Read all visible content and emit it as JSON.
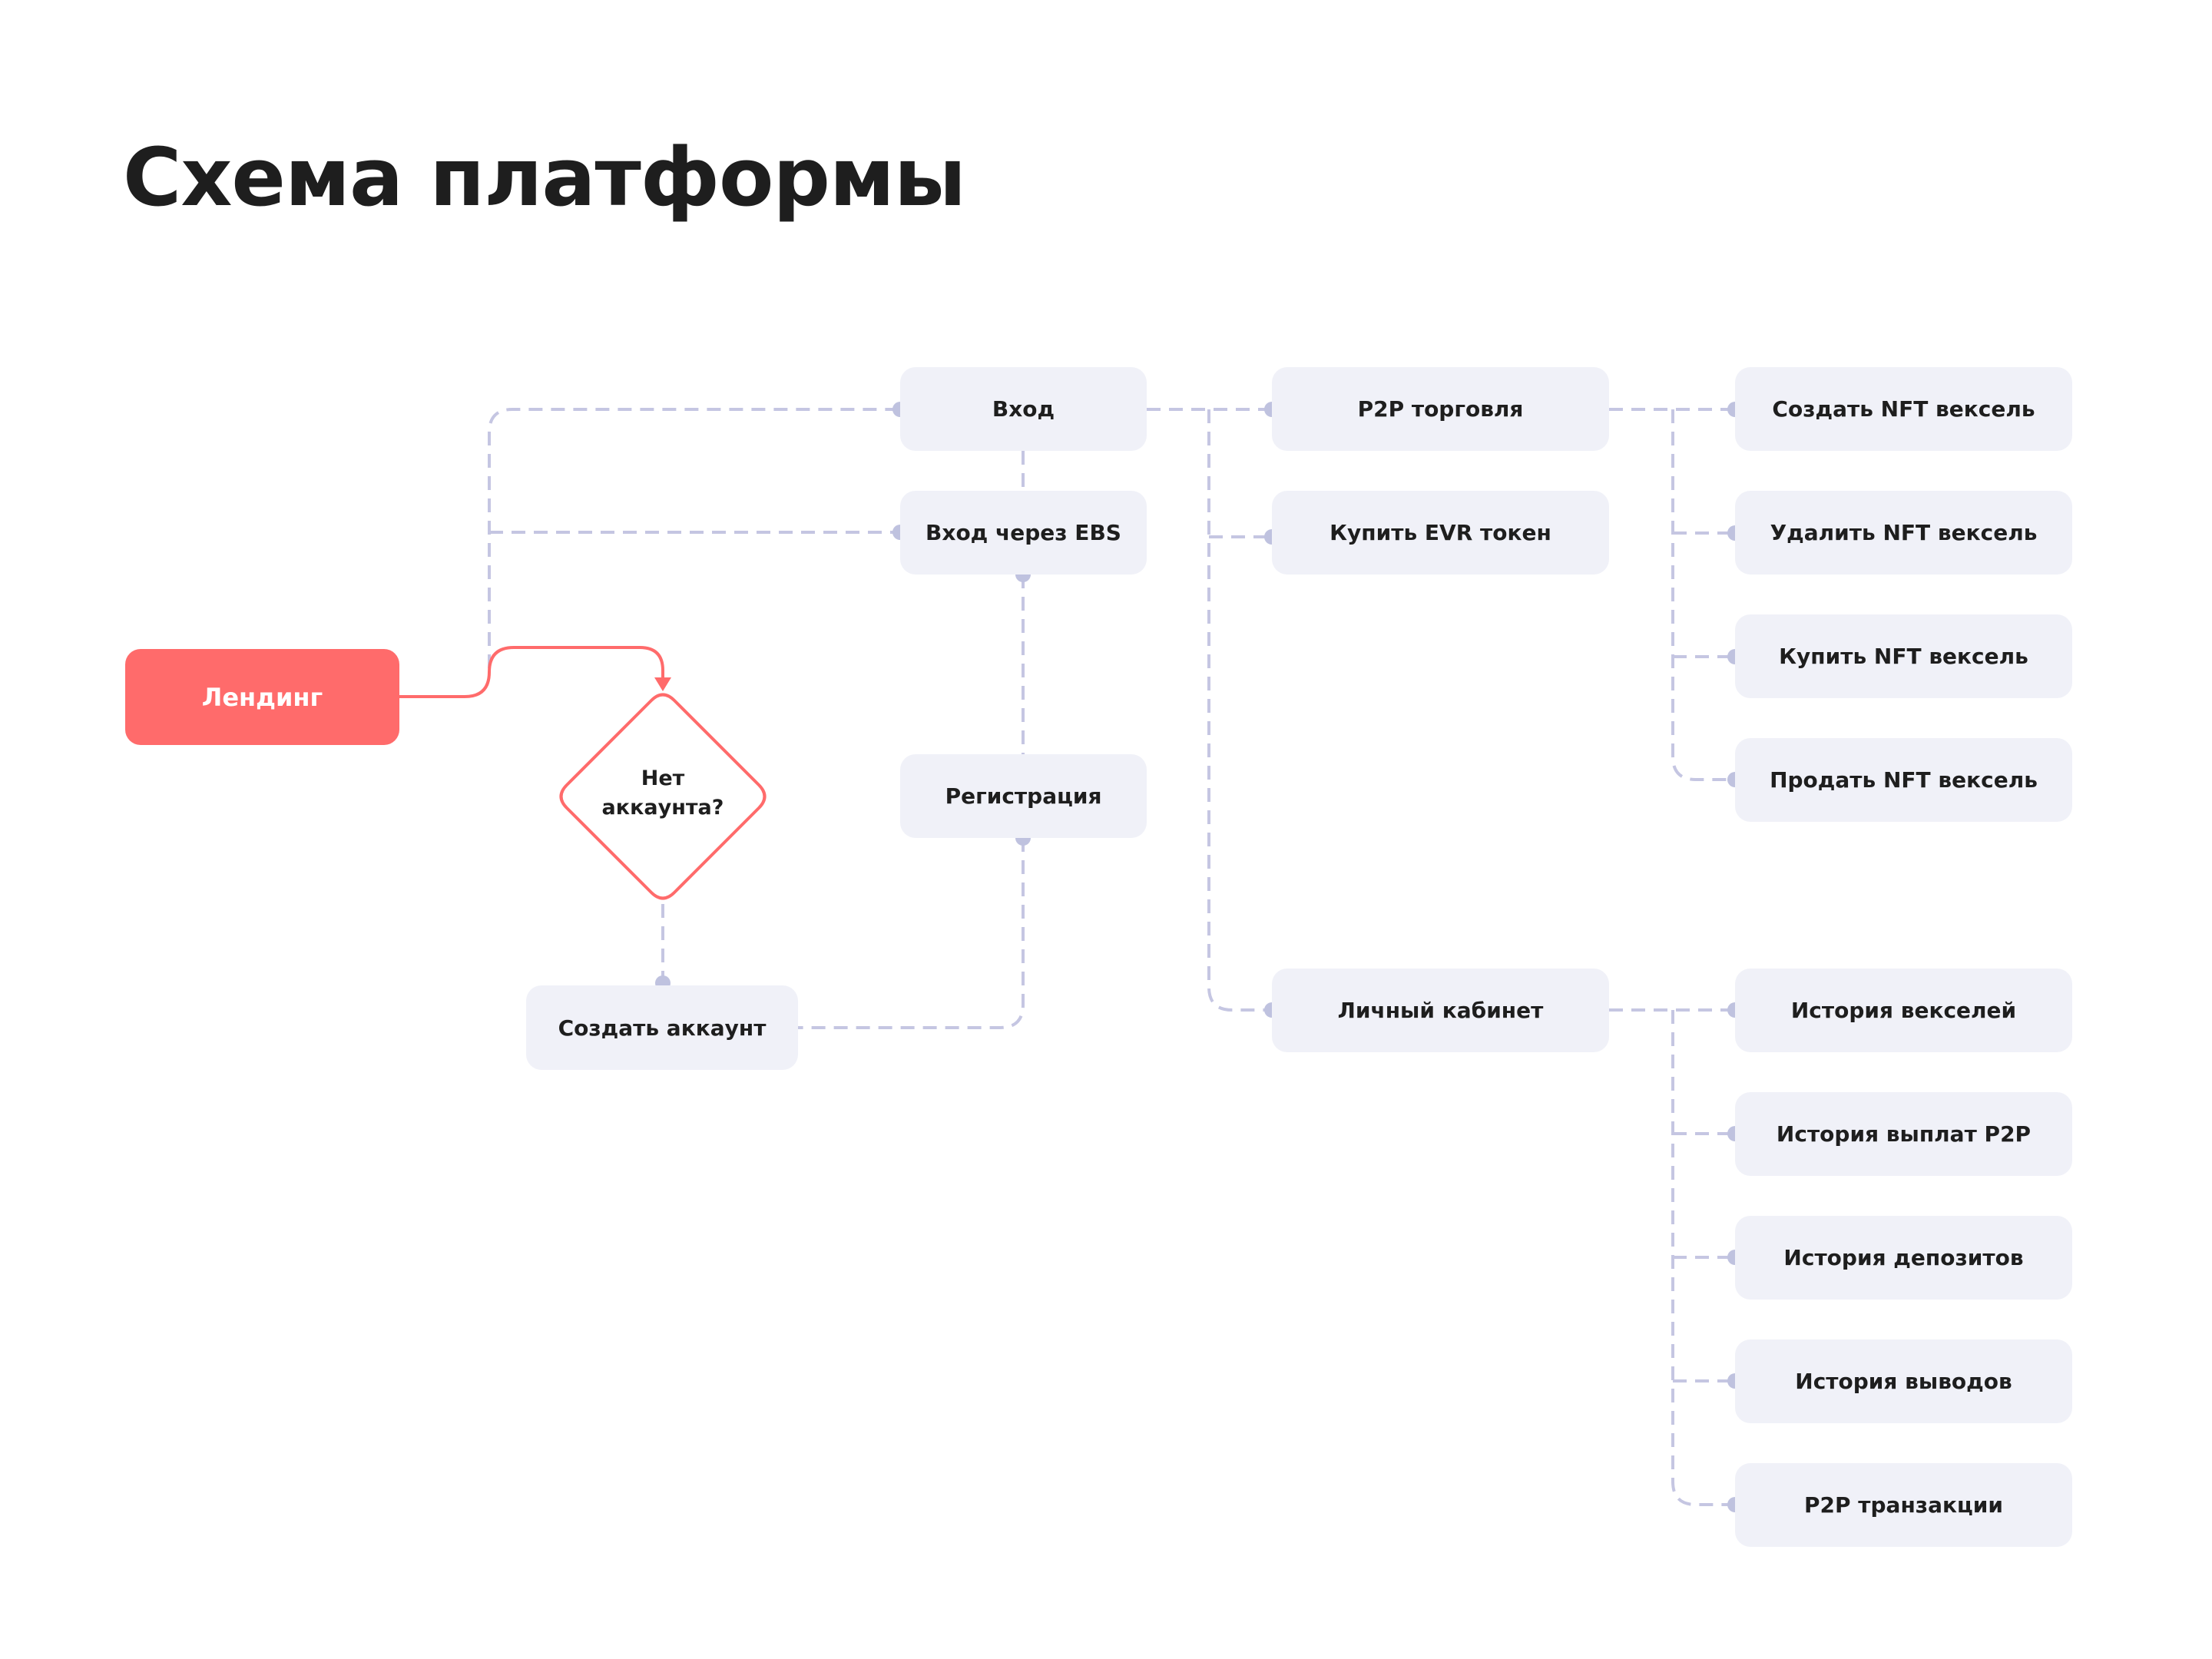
{
  "title": "Схема платформы",
  "colors": {
    "accent": "#FF6B6B",
    "node_fill": "#F0F1F8",
    "connector": "#C5C6E2",
    "dot": "#BFC2DF"
  },
  "nodes": {
    "landing": "Лендинг",
    "decision": [
      "Нет",
      "аккаунта?"
    ],
    "login": "Вход",
    "login_ebs": "Вход через EBS",
    "registration": "Регистрация",
    "create_account": "Создать аккаунт",
    "p2p_trading": "P2P торговля",
    "buy_evr": "Купить EVR токен",
    "cabinet": "Личный кабинет",
    "p2p_children": [
      "Создать NFT вексель",
      "Удалить NFT вексель",
      "Купить NFT вексель",
      "Продать NFT вексель"
    ],
    "cabinet_children": [
      "История векселей",
      "История выплат P2P",
      "История депозитов",
      "История выводов",
      "P2P транзакции"
    ]
  }
}
